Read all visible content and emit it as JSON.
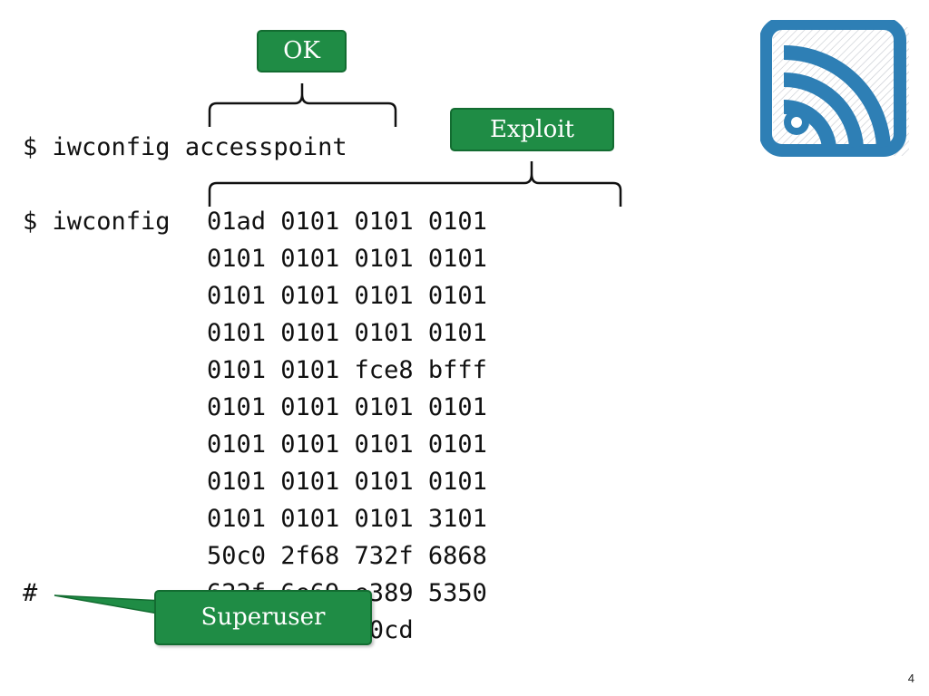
{
  "callouts": {
    "ok": "OK",
    "exploit": "Exploit",
    "superuser": "Superuser"
  },
  "terminal": {
    "line1_prompt": "$ iwconfig",
    "line1_arg": "accesspoint",
    "line2_prompt": "$ iwconfig",
    "hex_rows": [
      "01ad 0101 0101 0101",
      "0101 0101 0101 0101",
      "0101 0101 0101 0101",
      "0101 0101 0101 0101",
      "0101 0101 fce8 bfff",
      "0101 0101 0101 0101",
      "0101 0101 0101 0101",
      "0101 0101 0101 0101",
      "0101 0101 0101 3101",
      "50c0 2f68 732f 6868",
      "622f 6e69 e389 5350",
      "e189 0bb0 80cd"
    ],
    "root_prompt": "#"
  },
  "logo": {
    "icon": "rss-feed-icon",
    "color": "#2e7fb5"
  },
  "slide_number": "4"
}
